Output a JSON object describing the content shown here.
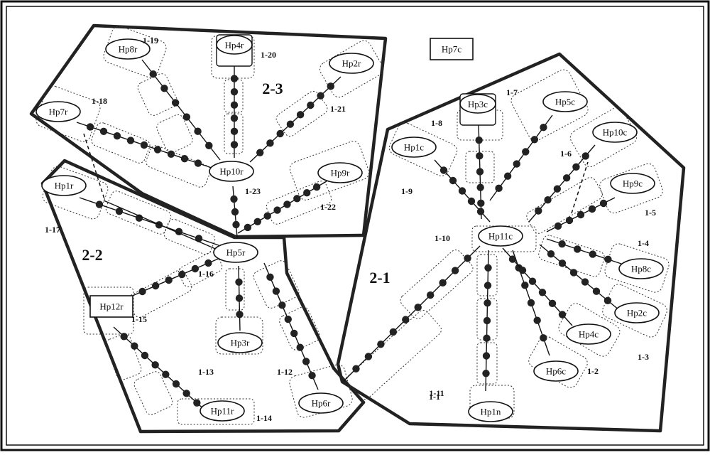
{
  "diagram": {
    "regions": [
      {
        "id": "2-1",
        "label": "2-1"
      },
      {
        "id": "2-2",
        "label": "2-2"
      },
      {
        "id": "2-3",
        "label": "2-3"
      }
    ],
    "nodes": [
      {
        "id": "hp1n",
        "label": "Hp1n"
      },
      {
        "id": "hp2c",
        "label": "Hp2c"
      },
      {
        "id": "hp4c",
        "label": "Hp4c"
      },
      {
        "id": "hp6c",
        "label": "Hp6c"
      },
      {
        "id": "hp8c",
        "label": "Hp8c"
      },
      {
        "id": "hp9c",
        "label": "Hp9c"
      },
      {
        "id": "hp10c",
        "label": "Hp10c"
      },
      {
        "id": "hp5c",
        "label": "Hp5c"
      },
      {
        "id": "hp3c",
        "label": "Hp3c"
      },
      {
        "id": "hp1c",
        "label": "Hp1c"
      },
      {
        "id": "hp11c",
        "label": "Hp11c"
      },
      {
        "id": "hp7c",
        "label": "Hp7c"
      },
      {
        "id": "hp5r",
        "label": "Hp5r"
      },
      {
        "id": "hp1r",
        "label": "Hp1r"
      },
      {
        "id": "hp12r",
        "label": "Hp12r"
      },
      {
        "id": "hp3r",
        "label": "Hp3r"
      },
      {
        "id": "hp11r",
        "label": "Hp11r"
      },
      {
        "id": "hp6r",
        "label": "Hp6r"
      },
      {
        "id": "hp10r",
        "label": "Hp10r"
      },
      {
        "id": "hp8r",
        "label": "Hp8r"
      },
      {
        "id": "hp4r",
        "label": "Hp4r"
      },
      {
        "id": "hp2r",
        "label": "Hp2r"
      },
      {
        "id": "hp7r",
        "label": "Hp7r"
      },
      {
        "id": "hp9r",
        "label": "Hp9r"
      }
    ],
    "edges": [
      {
        "id": "e1-1",
        "label": "1-1",
        "from": "hp11c",
        "to": "hp1n"
      },
      {
        "id": "e1-2",
        "label": "1-2",
        "from": "hp11c",
        "to": "hp6c"
      },
      {
        "id": "e1-3",
        "label": "1-3",
        "from": "hp11c",
        "to": "hp2c"
      },
      {
        "id": "e1-4",
        "label": "1-4",
        "from": "hp11c",
        "to": "hp8c"
      },
      {
        "id": "e1-5",
        "label": "1-5",
        "from": "hp11c",
        "to": "hp9c"
      },
      {
        "id": "e1-6",
        "label": "1-6",
        "from": "hp11c",
        "to": "hp10c"
      },
      {
        "id": "e1-7",
        "label": "1-7",
        "from": "hp11c",
        "to": "hp5c"
      },
      {
        "id": "e1-8",
        "label": "1-8",
        "from": "hp11c",
        "to": "hp3c"
      },
      {
        "id": "e1-9",
        "label": "1-9",
        "from": "hp11c",
        "to": "hp1c"
      },
      {
        "id": "e1-10",
        "label": "1-10",
        "from": "hp11c",
        "to": "hp4c"
      },
      {
        "id": "e1-11",
        "label": "1-11",
        "from": "hp11c",
        "to": "hp6r"
      },
      {
        "id": "e1-12",
        "label": "1-12",
        "from": "hp5r",
        "to": "hp6r"
      },
      {
        "id": "e1-13",
        "label": "1-13",
        "from": "hp5r",
        "to": "hp3r"
      },
      {
        "id": "e1-14",
        "label": "1-14",
        "from": "hp12r",
        "to": "hp11r"
      },
      {
        "id": "e1-15",
        "label": "1-15",
        "from": "hp5r",
        "to": "hp12r"
      },
      {
        "id": "e1-16",
        "label": "1-16",
        "from": "hp5r",
        "to": "hp10r"
      },
      {
        "id": "e1-17",
        "label": "1-17",
        "from": "hp5r",
        "to": "hp1r"
      },
      {
        "id": "e1-18",
        "label": "1-18",
        "from": "hp10r",
        "to": "hp7r"
      },
      {
        "id": "e1-19",
        "label": "1-19",
        "from": "hp10r",
        "to": "hp8r"
      },
      {
        "id": "e1-20",
        "label": "1-20",
        "from": "hp10r",
        "to": "hp4r"
      },
      {
        "id": "e1-21",
        "label": "1-21",
        "from": "hp10r",
        "to": "hp2r"
      },
      {
        "id": "e1-22",
        "label": "1-22",
        "from": "hp5r",
        "to": "hp9r"
      },
      {
        "id": "e1-23",
        "label": "1-23",
        "from": "hp10r",
        "to": "hp5r"
      }
    ]
  }
}
